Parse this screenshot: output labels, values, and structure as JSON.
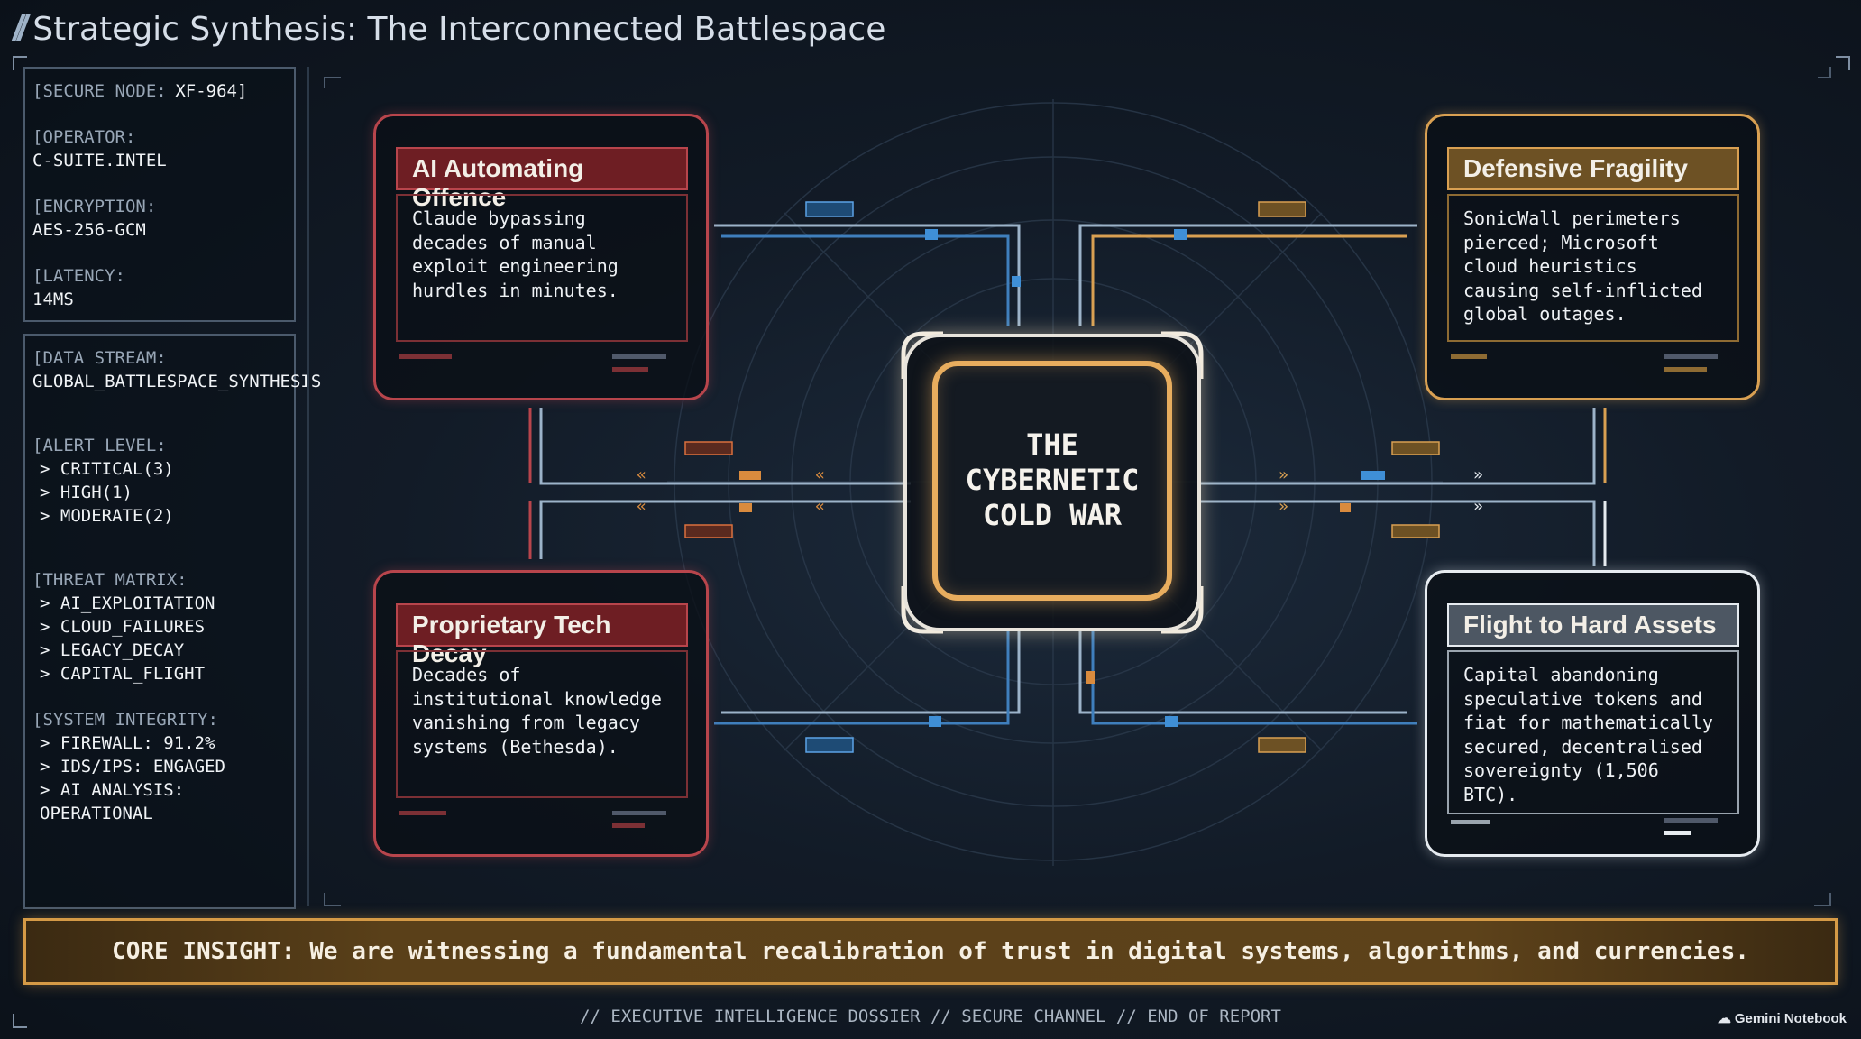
{
  "header": {
    "slashes": "//",
    "title": "Strategic Synthesis: The Interconnected Battlespace"
  },
  "sidebar": {
    "node_label": "[SECURE NODE:",
    "node_value": "XF-964]",
    "operator_label": "[OPERATOR:",
    "operator_value": "C-SUITE.INTEL",
    "encryption_label": "[ENCRYPTION:",
    "encryption_value": "AES-256-GCM",
    "latency_label": "[LATENCY:",
    "latency_value": "14MS",
    "stream_label": "[DATA STREAM:",
    "stream_value": "GLOBAL_BATTLESPACE_SYNTHESIS",
    "alert_label": "[ALERT LEVEL:",
    "alert_items": [
      "> CRITICAL(3)",
      "> HIGH(1)",
      "> MODERATE(2)"
    ],
    "threat_label": "[THREAT MATRIX:",
    "threat_items": [
      "> AI_EXPLOITATION",
      "> CLOUD_FAILURES",
      "> LEGACY_DECAY",
      "> CAPITAL_FLIGHT"
    ],
    "integrity_label": "[SYSTEM INTEGRITY:",
    "integrity_items": [
      "> FIREWALL: 91.2%",
      "> IDS/IPS: ENGAGED",
      "> AI ANALYSIS: OPERATIONAL"
    ]
  },
  "center": {
    "title": "THE\nCYBERNETIC\nCOLD WAR"
  },
  "cards": {
    "ai_offence": {
      "title": "AI Automating Offence",
      "body": "Claude bypassing decades of manual exploit engineering hurdles in minutes."
    },
    "defensive": {
      "title": "Defensive Fragility",
      "body": "SonicWall perimeters pierced; Microsoft cloud heuristics causing self-inflicted global outages."
    },
    "tech_decay": {
      "title": "Proprietary Tech Decay",
      "body": "Decades of institutional knowledge vanishing from legacy systems (Bethesda)."
    },
    "hard_assets": {
      "title": "Flight to Hard Assets",
      "body": "Capital abandoning speculative tokens and fiat for mathematically secured, decentralised sovereignty (1,506 BTC)."
    }
  },
  "insight": {
    "text": "CORE INSIGHT: We are witnessing a fundamental recalibration of trust in digital systems, algorithms, and currencies."
  },
  "footer": {
    "text": "// EXECUTIVE INTELLIGENCE DOSSIER // SECURE CHANNEL // END OF REPORT",
    "brand": "Gemini Notebook"
  },
  "colors": {
    "red": "#b8454c",
    "gold": "#d9a052",
    "white": "#e6ebf0",
    "blue": "#3f8fd6",
    "banner": "#d59a46"
  }
}
